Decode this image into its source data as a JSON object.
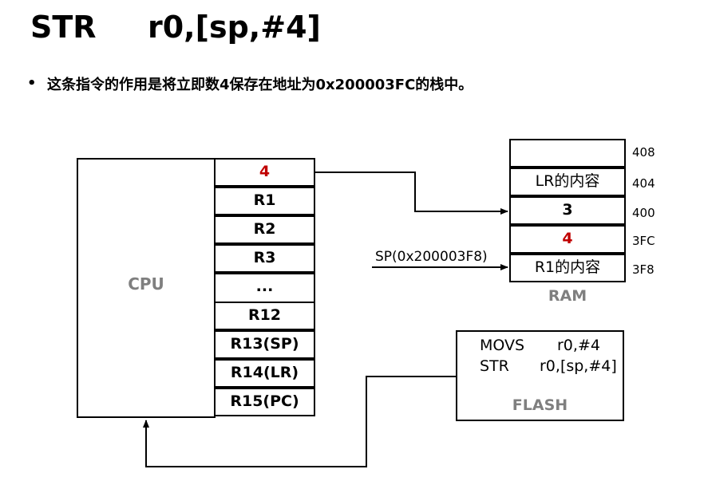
{
  "title": {
    "op": "STR",
    "args": "r0,[sp,#4]"
  },
  "bullet": {
    "marker": "•",
    "text": "这条指令的作用是将立即数4保存在地址为0x200003FC的栈中。"
  },
  "cpu": {
    "label": "CPU",
    "registers": [
      "4",
      "R1",
      "R2",
      "R3",
      "...",
      "R12",
      "R13(SP)",
      "R14(LR)",
      "R15(PC)"
    ]
  },
  "ram": {
    "label": "RAM",
    "cells": [
      "",
      "LR的内容",
      "3",
      "4",
      "R1的内容"
    ],
    "addresses": [
      "408",
      "404",
      "400",
      "3FC",
      "3F8"
    ]
  },
  "sp_pointer": "SP(0x200003F8)",
  "flash": {
    "label": "FLASH",
    "lines": [
      {
        "op": "MOVS",
        "args": "r0,#4"
      },
      {
        "op": "STR",
        "args": "r0,[sp,#4]"
      }
    ]
  },
  "colors": {
    "highlight": "#c00000",
    "label_gray": "#7f7f7f"
  }
}
